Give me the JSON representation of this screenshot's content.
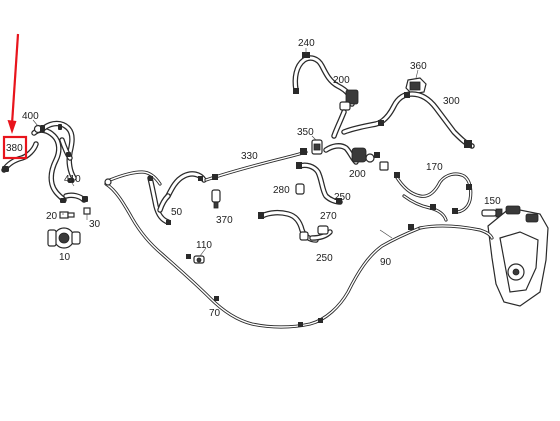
{
  "callouts": [
    {
      "id": "c240",
      "text": "240"
    },
    {
      "id": "c200a",
      "text": "200"
    },
    {
      "id": "c360",
      "text": "360"
    },
    {
      "id": "c300",
      "text": "300"
    },
    {
      "id": "c400",
      "text": "400"
    },
    {
      "id": "c380",
      "text": "380"
    },
    {
      "id": "c350",
      "text": "350"
    },
    {
      "id": "c330",
      "text": "330"
    },
    {
      "id": "c200b",
      "text": "200"
    },
    {
      "id": "c170",
      "text": "170"
    },
    {
      "id": "c410",
      "text": "410"
    },
    {
      "id": "c280",
      "text": "280"
    },
    {
      "id": "c250a",
      "text": "250"
    },
    {
      "id": "c50",
      "text": "50"
    },
    {
      "id": "c370",
      "text": "370"
    },
    {
      "id": "c150",
      "text": "150"
    },
    {
      "id": "c20",
      "text": "20"
    },
    {
      "id": "c30",
      "text": "30"
    },
    {
      "id": "c270",
      "text": "270"
    },
    {
      "id": "c110",
      "text": "110"
    },
    {
      "id": "c10",
      "text": "10"
    },
    {
      "id": "c250b",
      "text": "250"
    },
    {
      "id": "c90",
      "text": "90"
    },
    {
      "id": "c70",
      "text": "70"
    }
  ],
  "highlight": {
    "callout": "380",
    "color": "#e8141c"
  },
  "colors": {
    "ink": "#2a2a2a",
    "highlight": "#e8141c",
    "background": "#ffffff"
  }
}
